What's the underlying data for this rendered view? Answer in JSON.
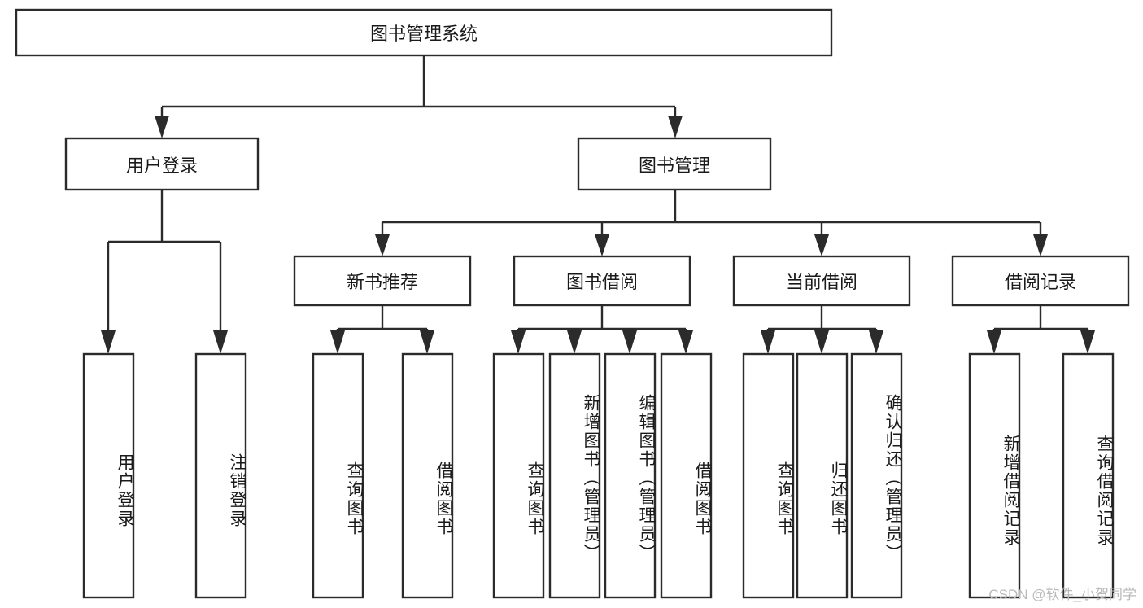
{
  "diagram": {
    "type": "tree",
    "title": "图书管理系统",
    "watermark": "CSDN @软件_小贺同学",
    "colors": {
      "stroke": "#2b2b2b",
      "fill": "#ffffff",
      "text": "#1a1a1a",
      "watermark": "#b9b9b9",
      "background": "#ffffff"
    },
    "levels": {
      "root": {
        "label": "图书管理系统"
      },
      "level2": [
        {
          "id": "user-login",
          "label": "用户登录"
        },
        {
          "id": "book-manage",
          "label": "图书管理"
        }
      ],
      "level3": [
        {
          "id": "new-book-rec",
          "label": "新书推荐",
          "parent": "book-manage"
        },
        {
          "id": "book-borrow",
          "label": "图书借阅",
          "parent": "book-manage"
        },
        {
          "id": "current-borrow",
          "label": "当前借阅",
          "parent": "book-manage"
        },
        {
          "id": "borrow-record",
          "label": "借阅记录",
          "parent": "book-manage"
        }
      ],
      "leaves": [
        {
          "id": "leaf-user-login",
          "label": "用户登录",
          "parent": "user-login"
        },
        {
          "id": "leaf-user-logout",
          "label": "注销登录",
          "parent": "user-login"
        },
        {
          "id": "leaf-query-book-1",
          "label": "查询图书",
          "parent": "new-book-rec"
        },
        {
          "id": "leaf-borrow-book-1",
          "label": "借阅图书",
          "parent": "new-book-rec"
        },
        {
          "id": "leaf-query-book-2",
          "label": "查询图书",
          "parent": "book-borrow"
        },
        {
          "id": "leaf-add-book",
          "label": "新增图书（管理员）",
          "parent": "book-borrow"
        },
        {
          "id": "leaf-edit-book",
          "label": "编辑图书（管理员）",
          "parent": "book-borrow"
        },
        {
          "id": "leaf-borrow-book-2",
          "label": "借阅图书",
          "parent": "book-borrow"
        },
        {
          "id": "leaf-query-book-3",
          "label": "查询图书",
          "parent": "current-borrow"
        },
        {
          "id": "leaf-return-book",
          "label": "归还图书",
          "parent": "current-borrow"
        },
        {
          "id": "leaf-confirm-return",
          "label": "确认归还（管理员）",
          "parent": "current-borrow"
        },
        {
          "id": "leaf-add-record",
          "label": "新增借阅记录",
          "parent": "borrow-record"
        },
        {
          "id": "leaf-query-record",
          "label": "查询借阅记录",
          "parent": "borrow-record"
        }
      ]
    }
  }
}
